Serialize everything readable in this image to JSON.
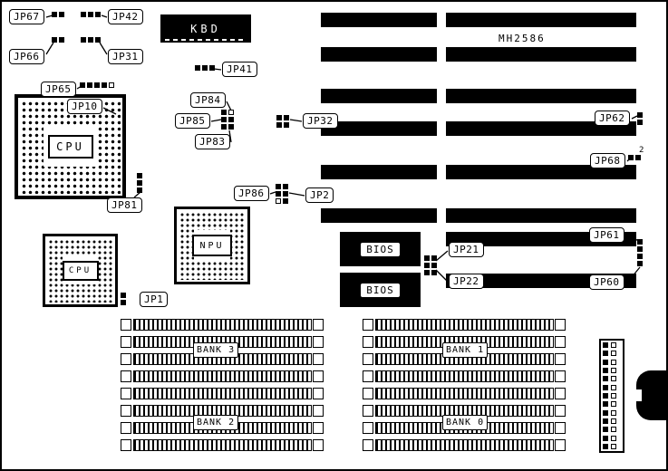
{
  "board": {
    "model": "MH2586"
  },
  "chips": {
    "kbd": "KBD",
    "cpu_main": "CPU",
    "npu": "NPU",
    "cpu_secondary": "CPU",
    "bios_top": "BIOS",
    "bios_bottom": "BIOS"
  },
  "jumpers": {
    "jp67": "JP67",
    "jp42": "JP42",
    "jp66": "JP66",
    "jp31": "JP31",
    "jp41": "JP41",
    "jp65": "JP65",
    "jp10": "JP10",
    "jp84": "JP84",
    "jp85": "JP85",
    "jp83": "JP83",
    "jp32": "JP32",
    "jp62": "JP62",
    "jp68": "JP68",
    "jp81": "JP81",
    "jp86": "JP86",
    "jp2": "JP2",
    "jp1": "JP1",
    "jp21": "JP21",
    "jp22": "JP22",
    "jp61": "JP61",
    "jp60": "JP60"
  },
  "memory": {
    "bank0": "BANK 0",
    "bank1": "BANK 1",
    "bank2": "BANK 2",
    "bank3": "BANK 3"
  },
  "annotations": {
    "jp68_pin2": "2"
  }
}
